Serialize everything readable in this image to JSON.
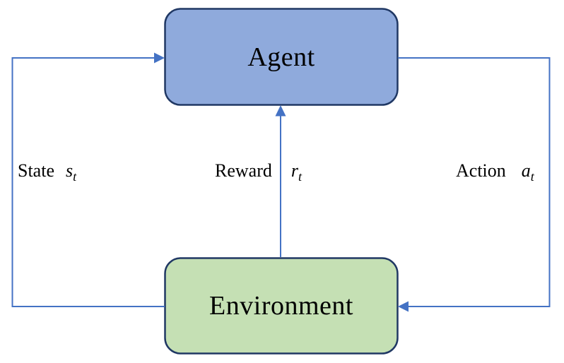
{
  "diagram": {
    "type": "flow-diagram",
    "subject": "reinforcement-learning-loop",
    "boxes": {
      "agent": {
        "label": "Agent"
      },
      "environment": {
        "label": "Environment"
      }
    },
    "labels": {
      "state": {
        "text": "State",
        "var": "s",
        "sub": "t"
      },
      "reward": {
        "text": "Reward",
        "var": "r",
        "sub": "t"
      },
      "action": {
        "text": "Action",
        "var": "a",
        "sub": "t"
      }
    },
    "arrows": [
      {
        "name": "state-arrow",
        "from": "environment",
        "to": "agent",
        "label": "State s_t",
        "route": "left-side"
      },
      {
        "name": "reward-arrow",
        "from": "environment",
        "to": "agent",
        "label": "Reward r_t",
        "route": "middle-vertical"
      },
      {
        "name": "action-arrow",
        "from": "agent",
        "to": "environment",
        "label": "Action a_t",
        "route": "right-side"
      }
    ],
    "colors": {
      "agent_fill": "#8FAADC",
      "environment_fill": "#C5E0B4",
      "box_border": "#203864",
      "arrow": "#4472C4",
      "text": "#000000",
      "background": "#FFFFFF"
    }
  }
}
